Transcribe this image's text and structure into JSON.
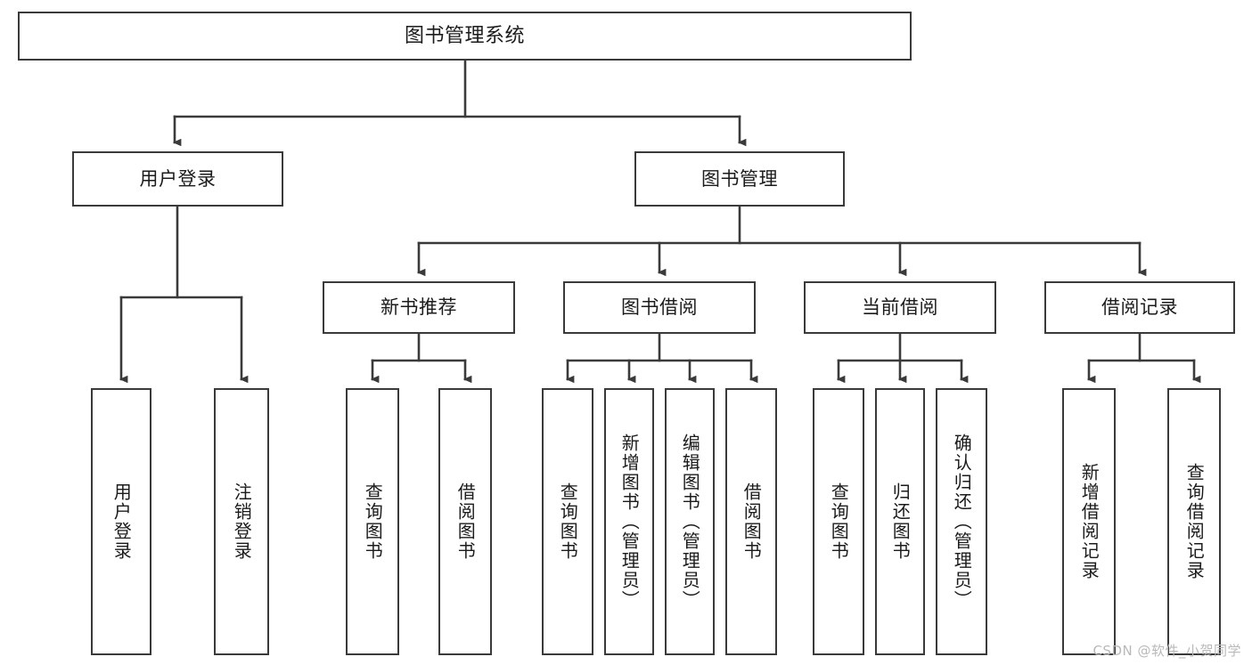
{
  "diagram": {
    "type": "tree-hierarchy",
    "title": "图书管理系统",
    "watermark": "CSDN @软件_小贺同学",
    "colors": {
      "box_border": "#3a3a3a",
      "box_fill": "#ffffff",
      "connector": "#3a3a3a",
      "text": "#1b1b1b",
      "watermark": "#b9b9b9",
      "background": "#ffffff"
    },
    "nodes": {
      "root": {
        "label": "图书管理系统"
      },
      "level2": [
        {
          "id": "user-login",
          "label": "用户登录"
        },
        {
          "id": "book-management",
          "label": "图书管理"
        }
      ],
      "level3": [
        {
          "id": "new-book-recommend",
          "label": "新书推荐"
        },
        {
          "id": "book-borrow",
          "label": "图书借阅"
        },
        {
          "id": "current-borrow",
          "label": "当前借阅"
        },
        {
          "id": "borrow-record",
          "label": "借阅记录"
        }
      ],
      "leaves": {
        "user_login": [
          {
            "id": "leaf-user-login",
            "label": "用户登录"
          },
          {
            "id": "leaf-logout-login",
            "label": "注销登录"
          }
        ],
        "new_book_recommend": [
          {
            "id": "leaf-query-book-1",
            "label": "查询图书"
          },
          {
            "id": "leaf-borrow-book-1",
            "label": "借阅图书"
          }
        ],
        "book_borrow": [
          {
            "id": "leaf-query-book-2",
            "label": "查询图书"
          },
          {
            "id": "leaf-add-book",
            "label": "新增图书（管理员）"
          },
          {
            "id": "leaf-edit-book",
            "label": "编辑图书（管理员）"
          },
          {
            "id": "leaf-borrow-book-2",
            "label": "借阅图书"
          }
        ],
        "current_borrow": [
          {
            "id": "leaf-query-book-3",
            "label": "查询图书"
          },
          {
            "id": "leaf-return-book",
            "label": "归还图书"
          },
          {
            "id": "leaf-confirm-return",
            "label": "确认归还（管理员）"
          }
        ],
        "borrow_record": [
          {
            "id": "leaf-add-record",
            "label": "新增借阅记录"
          },
          {
            "id": "leaf-query-record",
            "label": "查询借阅记录"
          }
        ]
      }
    }
  }
}
